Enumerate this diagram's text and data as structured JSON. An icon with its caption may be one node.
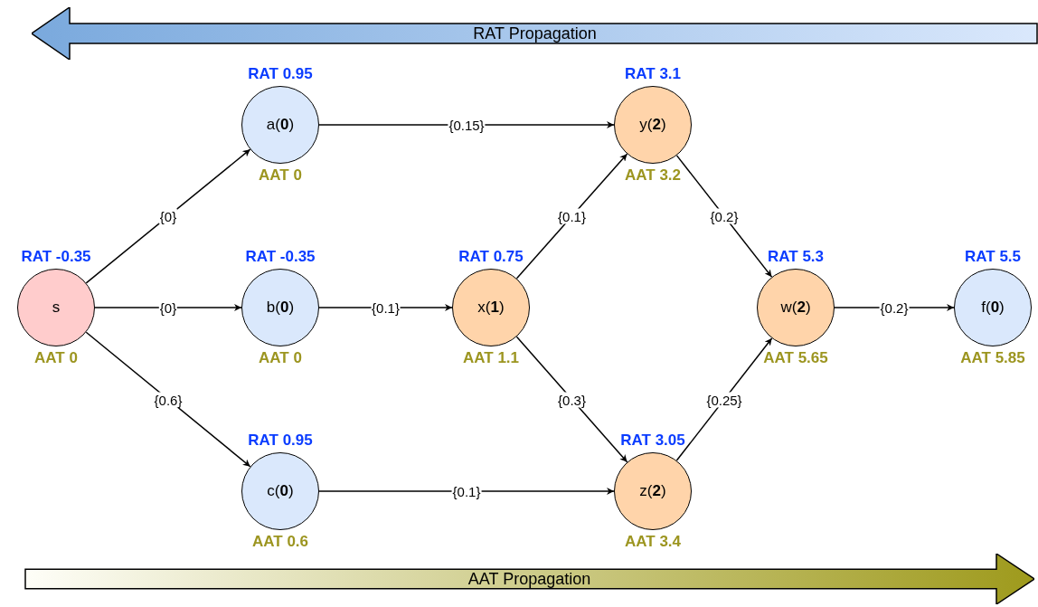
{
  "diagram": {
    "nodes": [
      {
        "text": [
          "RAT Propagation"
        ]
      },
      {
        "text": [
          "s"
        ],
        "beside": [
          "RAT -0.35",
          "AAT 0"
        ]
      },
      {
        "text": [
          "a(**0**)"
        ],
        "beside": [
          "RAT 0.95",
          "AAT 0"
        ]
      },
      {
        "text": [
          "b(**0**)"
        ],
        "beside": [
          "RAT -0.35",
          "AAT 0"
        ]
      },
      {
        "text": [
          "c(**0**)"
        ],
        "beside": [
          "RAT 0.95",
          "AAT 0.6"
        ]
      },
      {
        "text": [
          "x(**1**)"
        ],
        "beside": [
          "RAT 0.75",
          "AAT 1.1"
        ]
      },
      {
        "text": [
          "y(**2**)"
        ],
        "beside": [
          "RAT 3.1",
          "AAT 3.2"
        ]
      },
      {
        "text": [
          "z(**2**)"
        ],
        "beside": [
          "RAT 3.05",
          "AAT 3.4"
        ]
      },
      {
        "text": [
          "w(**2**)"
        ],
        "beside": [
          "RAT 5.3",
          "AAT 5.65"
        ]
      },
      {
        "text": [
          "f(**0**)"
        ],
        "beside": [
          "RAT 5.5",
          "AAT 5.85"
        ]
      },
      {
        "text": [
          "AAT Propagation"
        ]
      }
    ],
    "edges": [
      {
        "from": 1,
        "to": 2,
        "arrow": "to",
        "label": "{0}"
      },
      {
        "from": 1,
        "to": 3,
        "arrow": "to",
        "label": "{0}"
      },
      {
        "from": 1,
        "to": 4,
        "arrow": "to",
        "label": "{0.6}"
      },
      {
        "from": 2,
        "to": 6,
        "arrow": "to",
        "label": "{0.15}"
      },
      {
        "from": 3,
        "to": 5,
        "arrow": "to",
        "label": "{0.1}"
      },
      {
        "from": 4,
        "to": 7,
        "arrow": "to",
        "label": "{0.1}"
      },
      {
        "from": 5,
        "to": 6,
        "arrow": "to",
        "label": "{0.1}"
      },
      {
        "from": 5,
        "to": 7,
        "arrow": "to",
        "label": "{0.3}"
      },
      {
        "from": 6,
        "to": 8,
        "arrow": "to",
        "label": "{0.2}"
      },
      {
        "from": 7,
        "to": 8,
        "arrow": "to",
        "label": "{0.25}"
      },
      {
        "from": 8,
        "to": 9,
        "arrow": "to",
        "label": "{0.2}"
      }
    ]
  }
}
